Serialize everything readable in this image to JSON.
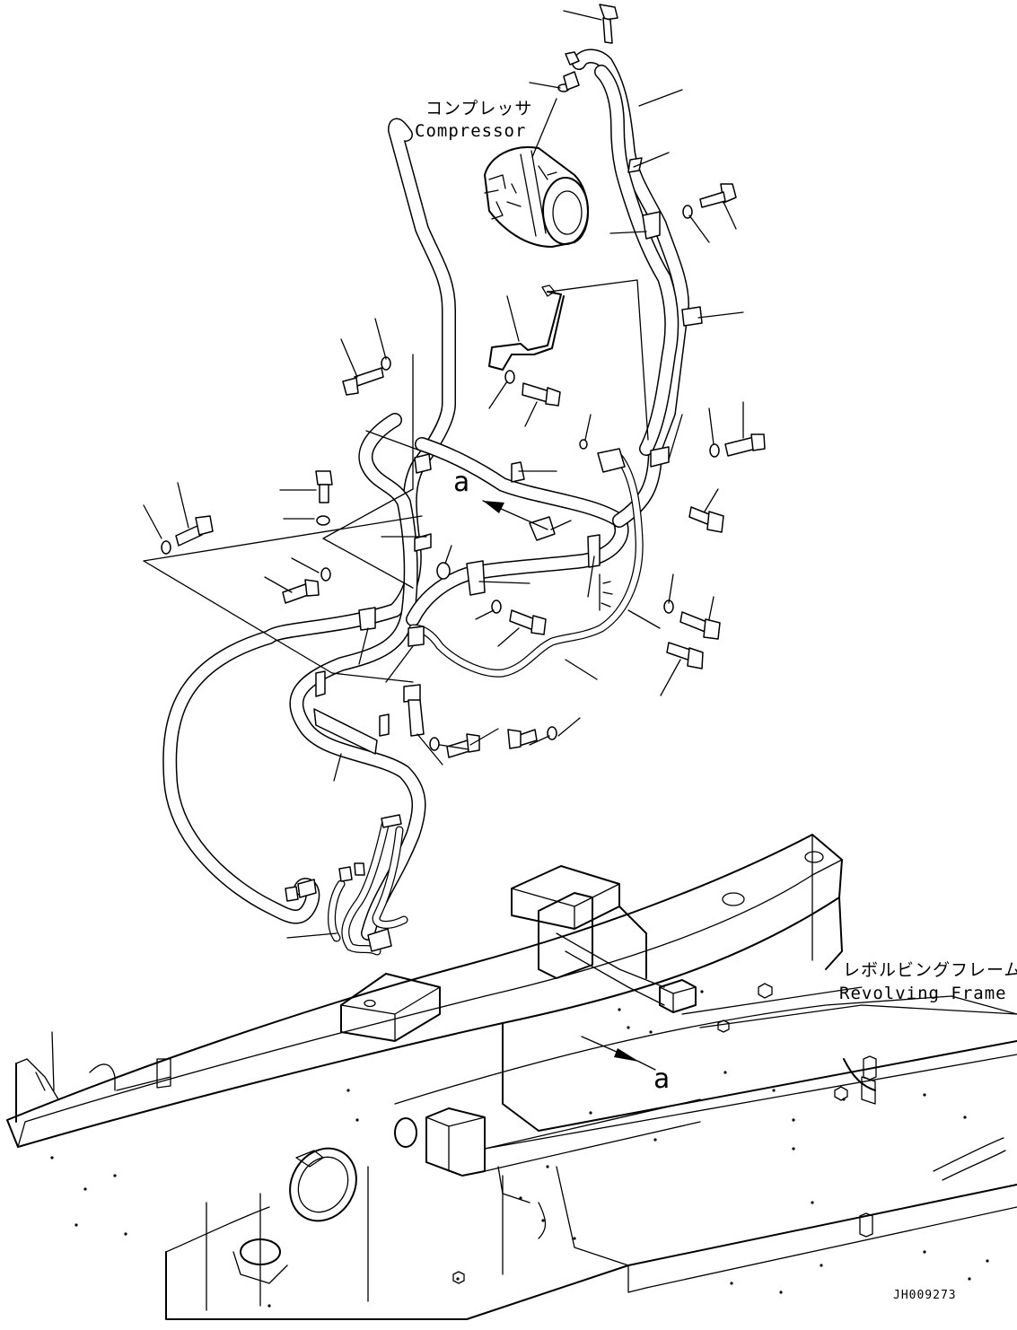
{
  "labels": {
    "compressor_jp": "コンプレッサ",
    "compressor_en": "Compressor",
    "frame_jp": "レボルビングフレーム",
    "frame_en": "Revolving Frame",
    "view_letter_upper": "a",
    "view_letter_lower": "a",
    "drawing_code": "JH009273"
  }
}
